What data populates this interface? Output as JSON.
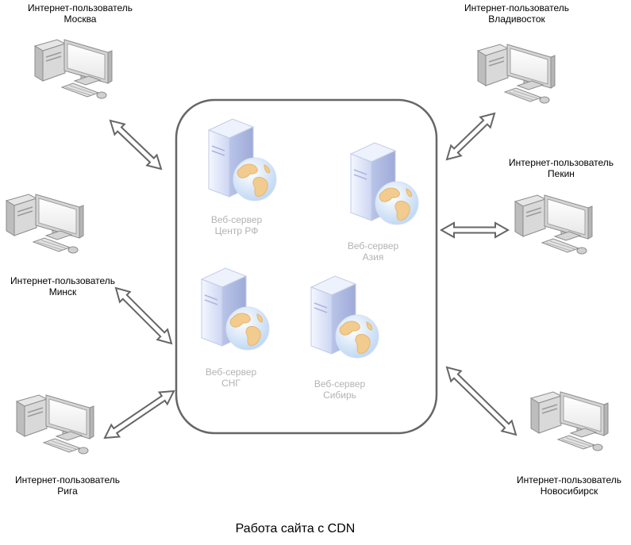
{
  "caption": "Работа сайта с CDN",
  "users": [
    {
      "line1": "Интернет-пользователь",
      "line2": "Москва"
    },
    {
      "line1": "Интернет-пользователь",
      "line2": "Владивосток"
    },
    {
      "line1": "Интернет-пользователь",
      "line2": "Пекин"
    },
    {
      "line1": "Интернет-пользователь",
      "line2": "Минск"
    },
    {
      "line1": "Интернет-пользователь",
      "line2": "Рига"
    },
    {
      "line1": "Интернет-пользователь",
      "line2": "Новосибирск"
    }
  ],
  "servers": [
    {
      "line1": "Веб-сервер",
      "line2": "Центр РФ"
    },
    {
      "line1": "Веб-сервер",
      "line2": "Азия"
    },
    {
      "line1": "Веб-сервер",
      "line2": "СНГ"
    },
    {
      "line1": "Веб-сервер",
      "line2": "Сибирь"
    }
  ],
  "colors": {
    "cloud_border": "#666666",
    "arrow": "#666666",
    "server_label": "#b3b3b3"
  }
}
